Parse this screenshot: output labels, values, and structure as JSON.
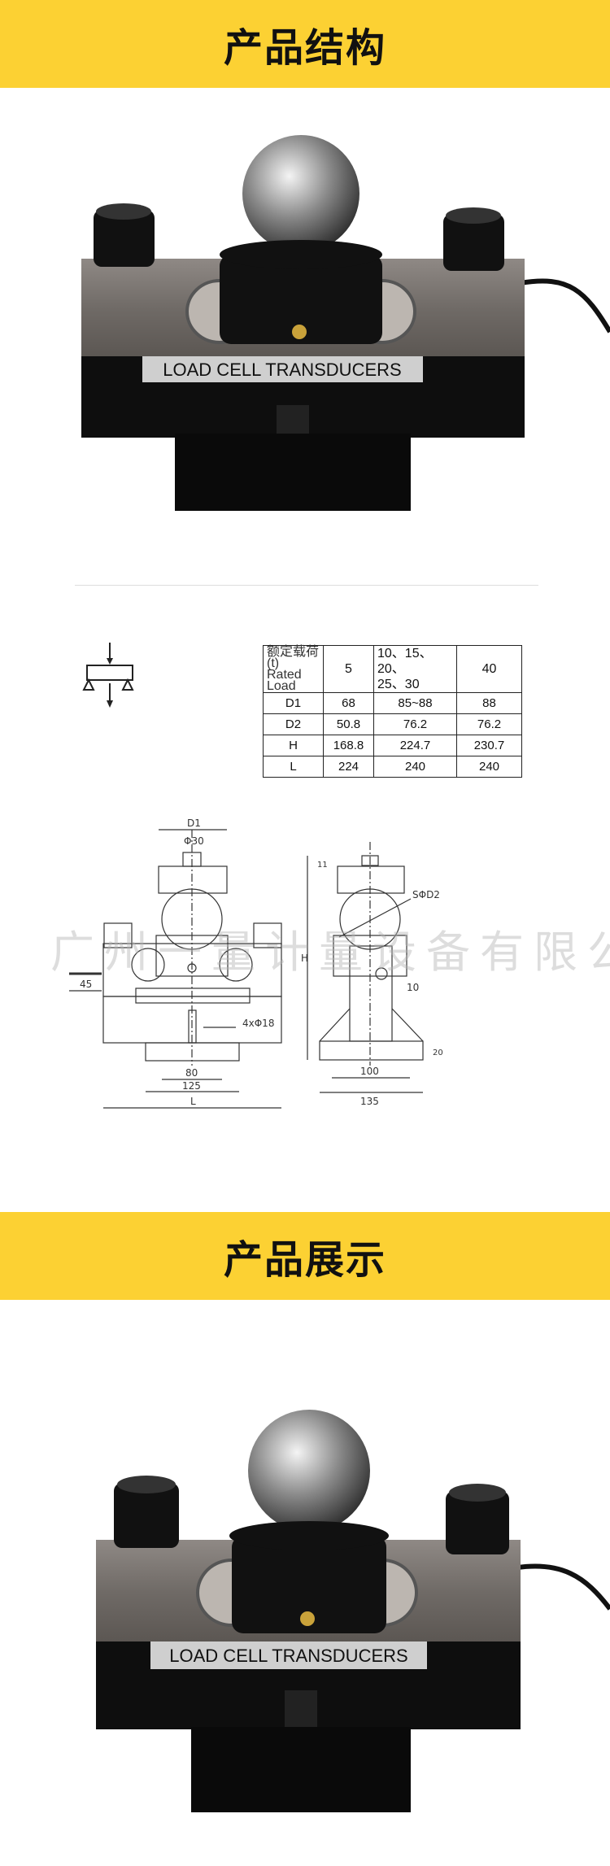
{
  "section1": {
    "title": "产品结构"
  },
  "section2": {
    "title": "产品展示"
  },
  "product_label": "LOAD CELL TRANSDUCERS",
  "spec_table": {
    "header": {
      "label_cn": "额定载荷(t)",
      "label_en": "Rated Load",
      "cols": [
        "5",
        "10、15、20、",
        "25、30",
        "40"
      ]
    },
    "rows": [
      {
        "name": "D1",
        "values": [
          "68",
          "85~88",
          "88"
        ]
      },
      {
        "name": "D2",
        "values": [
          "50.8",
          "76.2",
          "76.2"
        ]
      },
      {
        "name": "H",
        "values": [
          "168.8",
          "224.7",
          "230.7"
        ]
      },
      {
        "name": "L",
        "values": [
          "224",
          "240",
          "240"
        ]
      }
    ]
  },
  "drawing": {
    "labels": {
      "d1": "D1",
      "phi30": "Φ30",
      "cable": "45",
      "holes": "4xΦ18",
      "d80": "80",
      "d125": "125",
      "dL": "L",
      "top11": "11",
      "sd2": "SΦD2",
      "h": "H",
      "d10": "10",
      "d20": "20",
      "d100": "100",
      "d135": "135"
    }
  },
  "watermark": "广州一量计量设备有限公司",
  "colors": {
    "banner": "#fcd133"
  }
}
